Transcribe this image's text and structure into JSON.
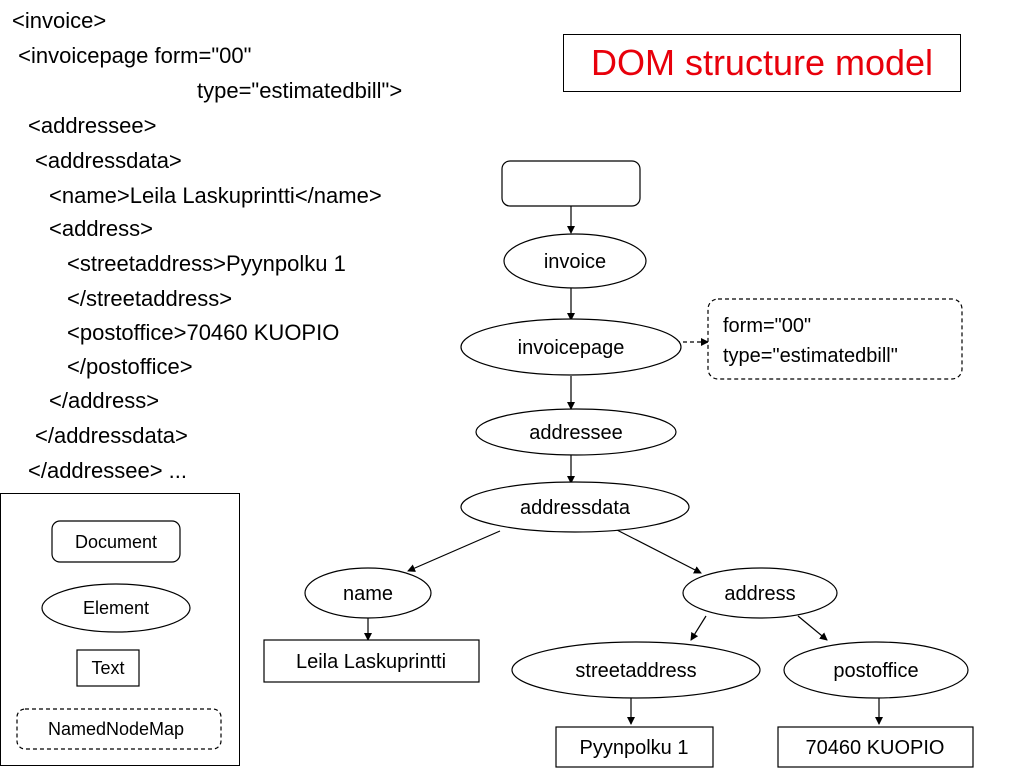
{
  "title": "DOM structure model",
  "code_lines": [
    "<invoice>",
    " <invoicepage form=\"00\"",
    "type=\"estimatedbill\">",
    "<addressee>",
    "<addressdata>",
    "<name>Leila Laskuprintti</name>",
    "<address>",
    "<streetaddress>Pyynpolku 1",
    "</streetaddress>",
    "<postoffice>70460 KUOPIO",
    "</postoffice>",
    "</address>",
    "</addressdata>",
    "</addressee> ..."
  ],
  "tree": {
    "document_label": "",
    "invoice": "invoice",
    "invoicepage": "invoicepage",
    "attributes_line1": "form=\"00\"",
    "attributes_line2": "type=\"estimatedbill\"",
    "addressee": "addressee",
    "addressdata": "addressdata",
    "name": "name",
    "address": "address",
    "name_text": "Leila Laskuprintti",
    "streetaddress": "streetaddress",
    "postoffice": "postoffice",
    "streetaddress_text": "Pyynpolku 1",
    "postoffice_text": "70460 KUOPIO"
  },
  "legend": {
    "document": "Document",
    "element": "Element",
    "text": "Text",
    "namednodemap": "NamedNodeMap"
  },
  "colors": {
    "title": "#e8000b",
    "line": "#000000"
  }
}
